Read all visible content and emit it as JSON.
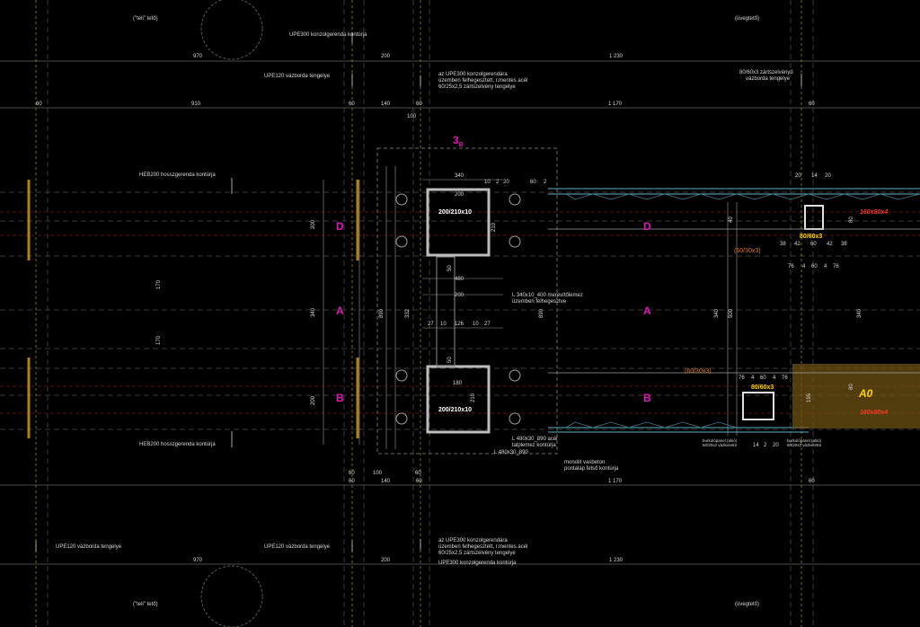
{
  "roof_labels": {
    "teli_top": "(\"teli\" tető)",
    "uveg_top": "(üvegtető)",
    "teli_bottom": "(\"teli\" tető)",
    "uveg_bottom": "(üvegtető)"
  },
  "notes": {
    "upe300_top": "UPE300 konzolgerenda kontúrja",
    "upe120_top": "UPE120 vázborda tengelye",
    "konzol_top_1": "az UPE300 konzolgerendára",
    "konzol_top_2": "üzemben felhegesztett, r.mentes acél",
    "konzol_top_3": "60/25x2,5 zártszelvény tengelye",
    "zart_top_1": "80/60x3 zártszelvényű",
    "zart_top_2": "vázborda tengelye",
    "heb_top": "HEB200 hosszgerenda kontúrja",
    "heb_bottom": "HEB200 hosszgerenda kontúrja",
    "merev_1": "L 340x10_400 merevítőlemez",
    "merev_2": "üzemben felhegesztve",
    "talp_1": "L 480x30_890 acél",
    "talp_2": "talplemez kontúrja",
    "talp_dim": "L 480x30_890",
    "vasbeton_1": "monolit vasbeton",
    "vasbeton_2": "pontalap felső kontúrja",
    "upe120_b1": "UPE120 vázborda tengelye",
    "upe120_b2": "UPE120 vázborda tengelye",
    "konzol_b_1": "az UPE300 konzolgerendára",
    "konzol_b_2": "üzemben felhegesztett, r.mentes acél",
    "konzol_b_3": "60/25x2,5 zártszelvény tengelye",
    "upe300_bottom": "UPE300 konzolgerenda kontúrja",
    "burk_1a": "burkolópanel (alsó)",
    "burk_1b": "60/20x2 vázkeretre",
    "burk_2a": "burkolópanel (alsó)",
    "burk_2b": "60/20x2 vázkeretre"
  },
  "axis_labels": {
    "title": "3",
    "sub": "B",
    "D_left": "D",
    "A_left": "A",
    "B_left": "B",
    "D_mid": "D",
    "A_mid": "A",
    "B_mid": "B",
    "A0": "A0"
  },
  "sections": {
    "top": "200/210x10",
    "bottom": "200/210x10",
    "tube_top": "80/60x3",
    "tube_bottom": "80/60x3",
    "red_top": "160x80x4",
    "red_bottom": "160x80x4",
    "ora_top": "(60/30x3)",
    "ora_bottom": "(60/30x3)"
  },
  "dims": {
    "top_row1": [
      "970",
      "200",
      "1 230"
    ],
    "top_row2": [
      "60",
      "910",
      "60",
      "140",
      "60",
      "1 170",
      "60"
    ],
    "top_100": "100",
    "bottom_row1": [
      "60",
      "100",
      "60"
    ],
    "bottom_row2": [
      "60",
      "140",
      "60",
      "1 170",
      "60"
    ],
    "bottom_row3": [
      "970",
      "200",
      "1 230"
    ],
    "v_left": [
      "200",
      "340",
      "200"
    ],
    "v_170a": "170",
    "v_170b": "170",
    "col_340": "340",
    "col_200a": "200",
    "col_200b": "200",
    "col_480": "480",
    "col_210a": "210",
    "col_210b": "210",
    "col_180": "180",
    "col_50a": "50",
    "col_50b": "50",
    "row_small": [
      "27",
      "10",
      "126",
      "10",
      "27"
    ],
    "row_small2": [
      "10",
      "2",
      "20"
    ],
    "v_890a": "890",
    "v_890b": "890",
    "v_332": "332",
    "v_500": "500",
    "v_340r": "340",
    "v_340rr": "340",
    "top_20_14": [
      "20",
      "14",
      "20"
    ],
    "dim_38": [
      "38",
      "42",
      "60",
      "42",
      "38"
    ],
    "dim_76": [
      "76",
      "4",
      "60",
      "4",
      "76"
    ],
    "dim_76b": [
      "76",
      "4",
      "60",
      "4",
      "76"
    ],
    "dim_60_2": [
      "60",
      "2"
    ],
    "bottom_14_2": [
      "14",
      "2",
      "20"
    ],
    "v_80a": "80",
    "v_80b": "80",
    "v_195": "195",
    "v_40": "40"
  }
}
